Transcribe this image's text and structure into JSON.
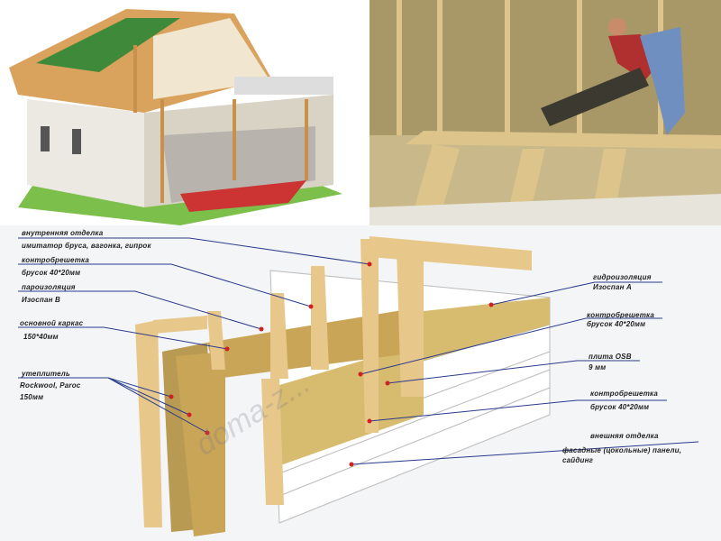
{
  "left_labels": [
    {
      "title": "внутренняя отделка",
      "detail": "имитатор бруса, вагонка, гипрок"
    },
    {
      "title": "контробрешетка",
      "detail": "брусок 40*20мм"
    },
    {
      "title": "пароизоляция",
      "detail": "Изоспан В"
    },
    {
      "title": "основной каркас",
      "detail": "150*40мм"
    },
    {
      "title": "утеплитель",
      "detail": "Rockwool, Paroc",
      "detail2": "150мм"
    }
  ],
  "right_labels": [
    {
      "title": "гидроизоляция",
      "detail": "Изоспан А"
    },
    {
      "title": "контробрешетка",
      "detail": "брусок 40*20мм"
    },
    {
      "title": "плита OSB",
      "detail": "9 мм"
    },
    {
      "title": "контробрешетка",
      "detail": "брусок 40*20мм"
    },
    {
      "title": "внешняя отделка",
      "detail": "фасадные (цокольные) панели,",
      "detail2": "сайдинг"
    }
  ],
  "watermark": "doma-z...",
  "colors": {
    "line": "#2a3a8c",
    "wood": "#e8c88a",
    "insulation": "#b89a55",
    "dot": "#d02020"
  }
}
